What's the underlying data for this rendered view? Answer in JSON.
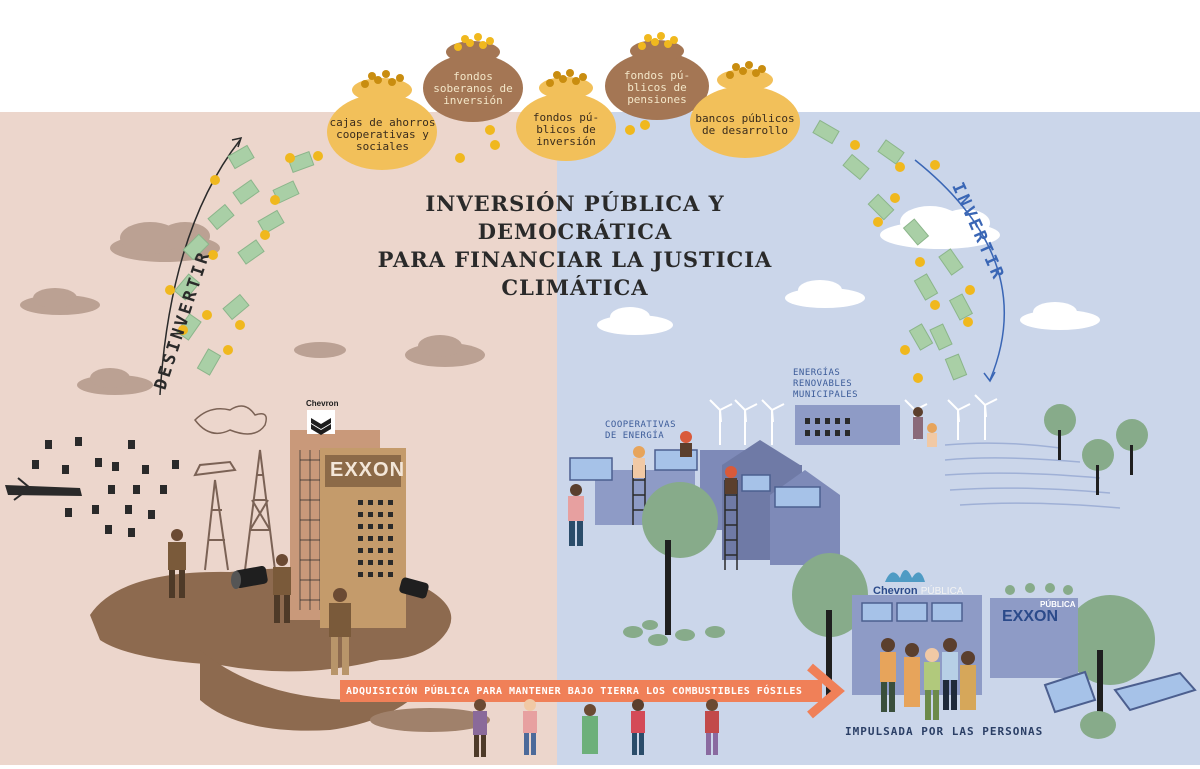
{
  "title_lines": [
    "INVERSIÓN PÚBLICA Y DEMOCRÁTICA",
    "PARA FINANCIAR LA JUSTICIA",
    "CLIMÁTICA"
  ],
  "arrows": {
    "divest": "DESINVERTIR",
    "invest": "INVERTIR"
  },
  "money_bags": [
    {
      "label_lines": [
        "cajas de ahorros",
        "cooperativas y",
        "sociales"
      ],
      "color": "#f2c05a"
    },
    {
      "label_lines": [
        "fondos",
        "soberanos de",
        "inversión"
      ],
      "color": "#a47654"
    },
    {
      "label_lines": [
        "fondos pú-",
        "blicos de",
        "inversión"
      ],
      "color": "#f2c05a"
    },
    {
      "label_lines": [
        "fondos pú-",
        "blicos de",
        "pensiones"
      ],
      "color": "#a47654"
    },
    {
      "label_lines": [
        "bancos públicos",
        "de desarrollo"
      ],
      "color": "#f2c05a"
    }
  ],
  "labels": {
    "cooperatives": [
      "COOPERATIVAS",
      "DE ENERGÍA"
    ],
    "renewables": [
      "ENERGÍAS",
      "RENOVABLES",
      "MUNICIPALES"
    ],
    "banner": "ADQUISICIÓN PÚBLICA PARA MANTENER BAJO TIERRA LOS COMBUSTIBLES FÓSILES",
    "people_powered": "IMPULSADA POR LAS PERSONAS"
  },
  "logos": {
    "chevron": "Chevron",
    "exxon": "EXXON",
    "chevron_public": "Chevron",
    "public_word": "PÚBLICA",
    "exxon_public": "EXXON",
    "public_word_2": "PÚBLICA"
  },
  "colors": {
    "left_bg": "#ecd6cc",
    "right_bg": "#cbd6ea",
    "banner": "#f08058",
    "bag_gold": "#f2c05a",
    "bag_brown": "#a47654",
    "bill_green": "#a9cfa6",
    "coin": "#f0b81e"
  }
}
